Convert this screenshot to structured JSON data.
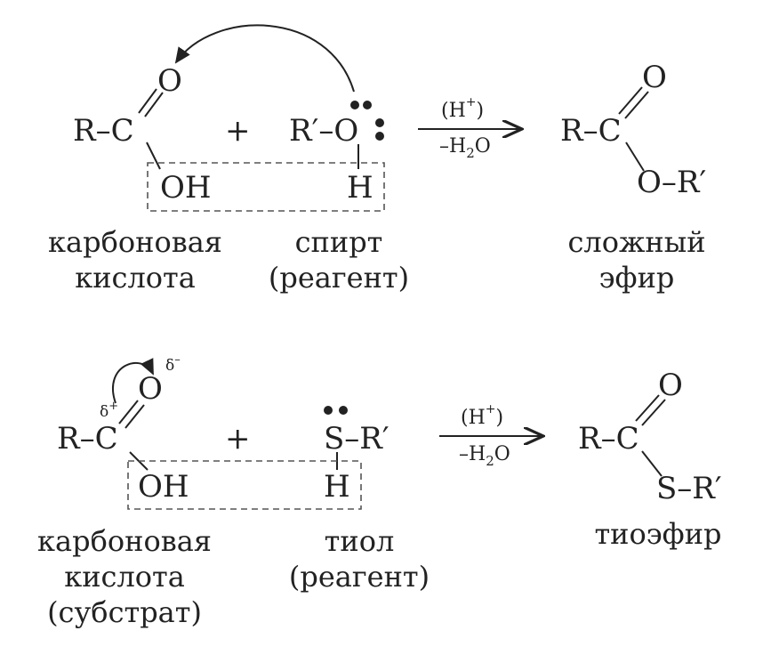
{
  "colors": {
    "ink": "#222222",
    "background": "#ffffff"
  },
  "reaction1": {
    "substrate": {
      "r": "R–C",
      "o": "O",
      "oh": "OH"
    },
    "plus": "+",
    "reagent": {
      "ro": "R′–O",
      "h": "H"
    },
    "arrow": {
      "top": "(H",
      "top_sup": "+",
      "top_close": ")",
      "bottom": "–H",
      "bottom_sub": "2",
      "bottom_end": "O"
    },
    "product": {
      "rc": "R–C",
      "o": "O",
      "or": "O–R′"
    },
    "labels": {
      "substrate_line1": "карбоновая",
      "substrate_line2": "кислота",
      "reagent_line1": "спирт",
      "reagent_line2": "(реагент)",
      "product_line1": "сложный",
      "product_line2": "эфир"
    }
  },
  "reaction2": {
    "substrate": {
      "r": "R–C",
      "o": "O",
      "oh": "OH",
      "delta_plus": "δ",
      "delta_plus_sup": "+",
      "delta_minus": "δ",
      "delta_minus_sup": "–"
    },
    "plus": "+",
    "reagent": {
      "sr": "S–R′",
      "h": "H"
    },
    "arrow": {
      "top": "(H",
      "top_sup": "+",
      "top_close": ")",
      "bottom": "–H",
      "bottom_sub": "2",
      "bottom_end": "O"
    },
    "product": {
      "rc": "R–C",
      "o": "O",
      "sr": "S–R′"
    },
    "labels": {
      "substrate_line1": "карбоновая",
      "substrate_line2": "кислота",
      "substrate_line3": "(субстрат)",
      "reagent_line1": "тиол",
      "reagent_line2": "(реагент)",
      "product_line1": "тиоэфир"
    }
  }
}
